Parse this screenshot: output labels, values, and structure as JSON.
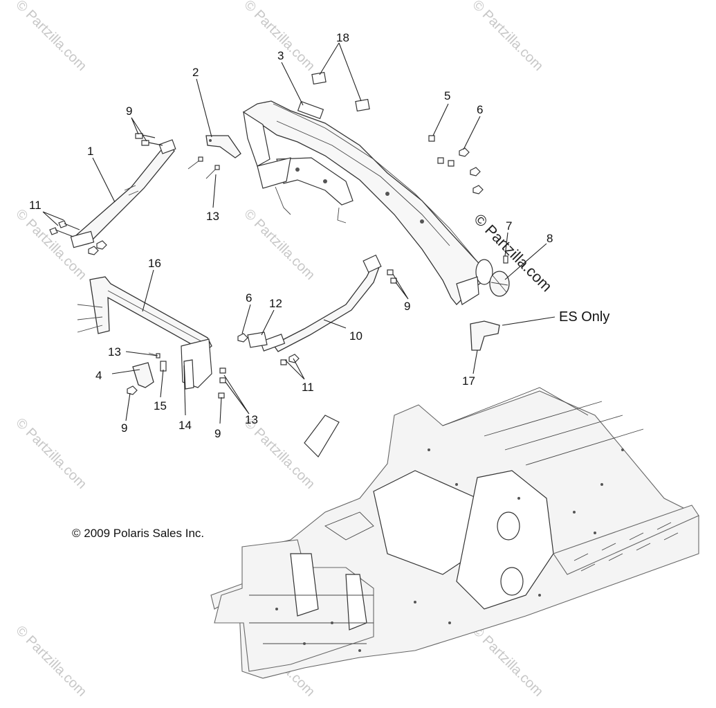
{
  "callouts": {
    "c1": "1",
    "c2": "2",
    "c3": "3",
    "c4": "4",
    "c5": "5",
    "c6a": "6",
    "c6b": "6",
    "c7": "7",
    "c8": "8",
    "c9a": "9",
    "c9b": "9",
    "c9c": "9",
    "c9d": "9",
    "c10": "10",
    "c11a": "11",
    "c11b": "11",
    "c12": "12",
    "c13a": "13",
    "c13b": "13",
    "c13c": "13",
    "c14": "14",
    "c15": "15",
    "c16": "16",
    "c17": "17",
    "c18": "18"
  },
  "es_only_label": "ES Only",
  "copyright": "© 2009 Polaris Sales Inc.",
  "watermark": "© Partzilla.com",
  "watermark_overlay": "© Partzilla.com"
}
